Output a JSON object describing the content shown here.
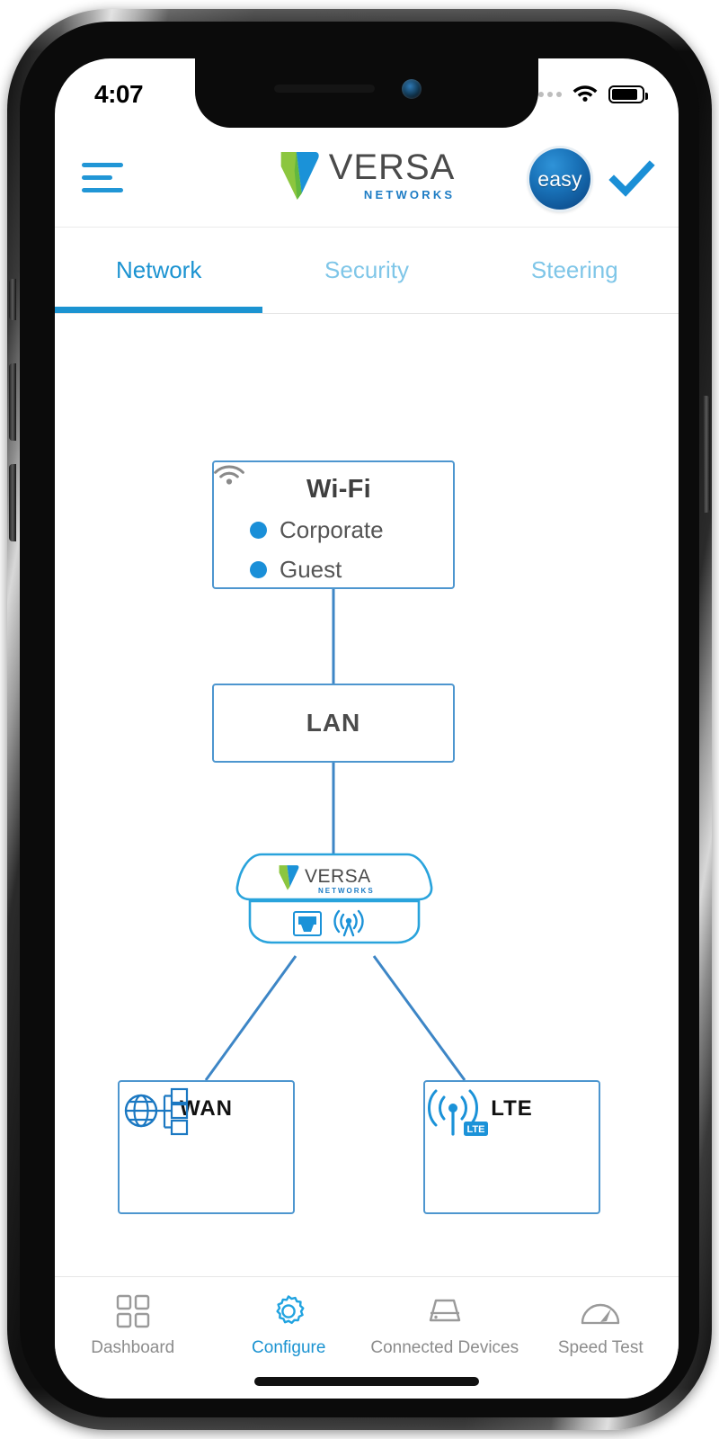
{
  "statusbar": {
    "time": "4:07",
    "signal_icon": "signal-dots-icon",
    "wifi_icon": "wifi-icon",
    "battery_icon": "battery-full-icon"
  },
  "header": {
    "menu_icon": "hamburger-menu-icon",
    "brand_name": "VERSA",
    "brand_sub": "NETWORKS",
    "easy_label": "easy",
    "check_icon": "checkmark-icon"
  },
  "tabs": [
    {
      "label": "Network",
      "active": true
    },
    {
      "label": "Security",
      "active": false
    },
    {
      "label": "Steering",
      "active": false
    }
  ],
  "diagram": {
    "wifi": {
      "title": "Wi-Fi",
      "icon": "wifi-icon",
      "ssids": [
        {
          "label": "Corporate",
          "dot_color": "#1a8fd8"
        },
        {
          "label": "Guest",
          "dot_color": "#1a8fd8"
        }
      ]
    },
    "lan": {
      "label": "LAN"
    },
    "router": {
      "brand_name": "VERSA",
      "brand_sub": "NETWORKS",
      "port_icon": "ethernet-port-icon",
      "wireless_icon": "wireless-antenna-icon"
    },
    "wan": {
      "label": "WAN",
      "icon": "globe-network-icon"
    },
    "lte": {
      "label": "LTE",
      "icon": "lte-antenna-icon",
      "badge": "LTE"
    },
    "line_color": "#3d86c6",
    "node_border_color": "#4d96cf"
  },
  "bottomnav": [
    {
      "label": "Dashboard",
      "icon": "grid-icon",
      "active": false
    },
    {
      "label": "Configure",
      "icon": "gear-icon",
      "active": true
    },
    {
      "label": "Connected Devices",
      "icon": "device-icon",
      "active": false
    },
    {
      "label": "Speed Test",
      "icon": "gauge-icon",
      "active": false
    }
  ]
}
